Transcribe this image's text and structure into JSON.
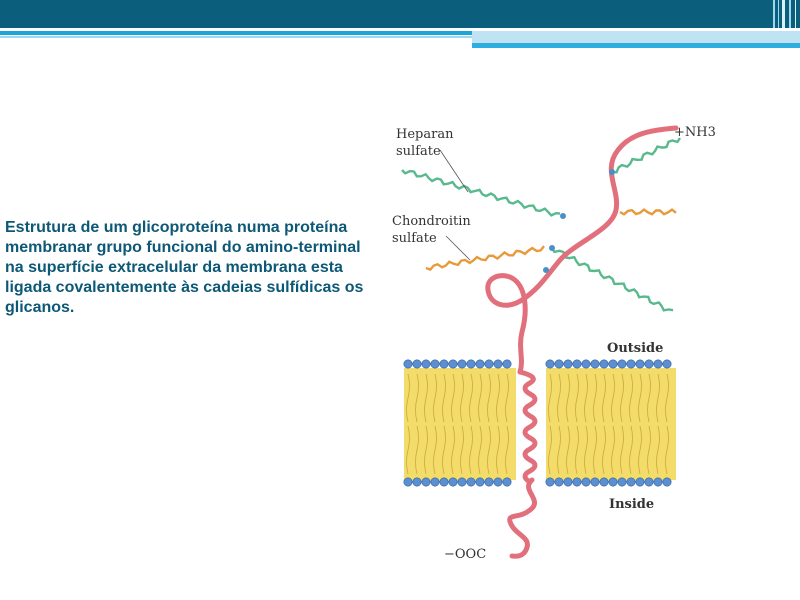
{
  "slide": {
    "caption": "Estrutura de um glicoproteína numa proteína membranar grupo funcional do amino-terminal na superfície extracelular da membrana esta ligada covalentemente às cadeias sulfídicas os glicanos."
  },
  "figure": {
    "labels": {
      "heparan": "Heparan",
      "heparan_sulfate": "sulfate",
      "chondroitin": "Chondroitin",
      "chondroitin_sulfate": "sulfate",
      "nh3": "+NH3",
      "outside": "Outside",
      "inside": "Inside",
      "cooh": "−OOC"
    },
    "colors": {
      "header": "#0b5f7c",
      "caption": "#0d5876",
      "protein": "#e2707c",
      "heparan_chain": "#59b98d",
      "chondroitin_chain": "#e89a3a",
      "lipid_tail": "#f1d24c",
      "head_group": "#5b8fd0"
    }
  }
}
